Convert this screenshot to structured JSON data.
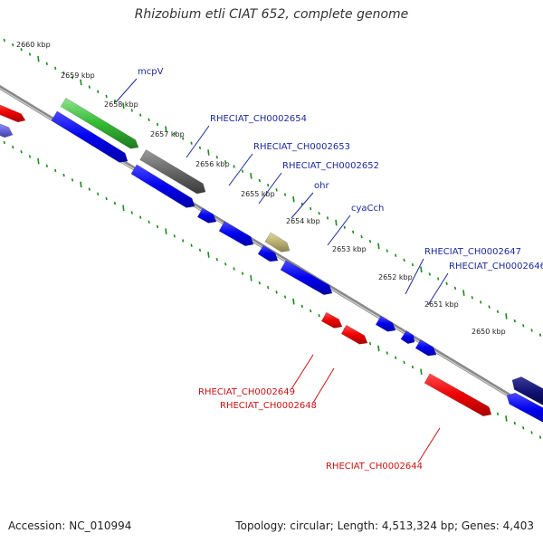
{
  "title": "Rhizobium etli CIAT 652, complete genome",
  "footer": {
    "accession": "Accession: NC_010994",
    "topology": "Topology: circular; Length: 4,513,324 bp; Genes: 4,403"
  },
  "colors": {
    "backbone": "#7f7f7f",
    "tick": "#1a8a1a",
    "label_forward": "#1e2a9a",
    "label_reverse": "#cc1111",
    "cds": "#0000ee",
    "cds_reverse": "#ee0000",
    "rna": "#33bb33",
    "pseudo": "#555555",
    "other": "#b8b070"
  },
  "scale_labels": [
    "2660 kbp",
    "2659 kbp",
    "2658 kbp",
    "2657 kbp",
    "2656 kbp",
    "2655 kbp",
    "2654 kbp",
    "2653 kbp",
    "2652 kbp",
    "2651 kbp",
    "2650 kbp"
  ],
  "gene_labels": {
    "top": [
      "mcpV",
      "RHECIAT_CH0002654",
      "RHECIAT_CH0002653",
      "RHECIAT_CH0002652",
      "ohr",
      "cyaCch",
      "RHECIAT_CH0002647",
      "RHECIAT_CH0002646"
    ],
    "bottom": [
      "RHECIAT_CH0002649",
      "RHECIAT_CH0002648",
      "RHECIAT_CH0002644"
    ]
  }
}
